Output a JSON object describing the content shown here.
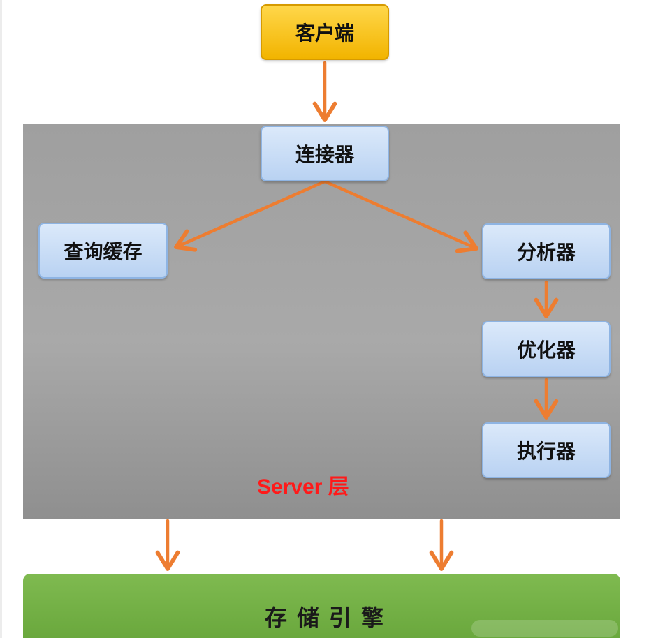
{
  "diagram": {
    "nodes": {
      "client": "客户端",
      "connector": "连接器",
      "query_cache": "查询缓存",
      "analyzer": "分析器",
      "optimizer": "优化器",
      "executor": "执行器"
    },
    "server_layer_label": "Server 层",
    "storage_engine_label": "存储引擎",
    "edges": [
      {
        "from": "客户端",
        "to": "连接器"
      },
      {
        "from": "连接器",
        "to": "查询缓存"
      },
      {
        "from": "连接器",
        "to": "分析器"
      },
      {
        "from": "分析器",
        "to": "优化器"
      },
      {
        "from": "优化器",
        "to": "执行器"
      },
      {
        "from": "Server 层",
        "to": "存储引擎"
      },
      {
        "from": "Server 层",
        "to": "存储引擎"
      }
    ]
  },
  "colors": {
    "arrow": "#ed7d31",
    "server_panel": "#a3a3a3",
    "storage_panel": "#72ae44",
    "node_blue": "#c6dbf5",
    "node_gold": "#f9c400",
    "server_label": "#ff1a1a"
  }
}
